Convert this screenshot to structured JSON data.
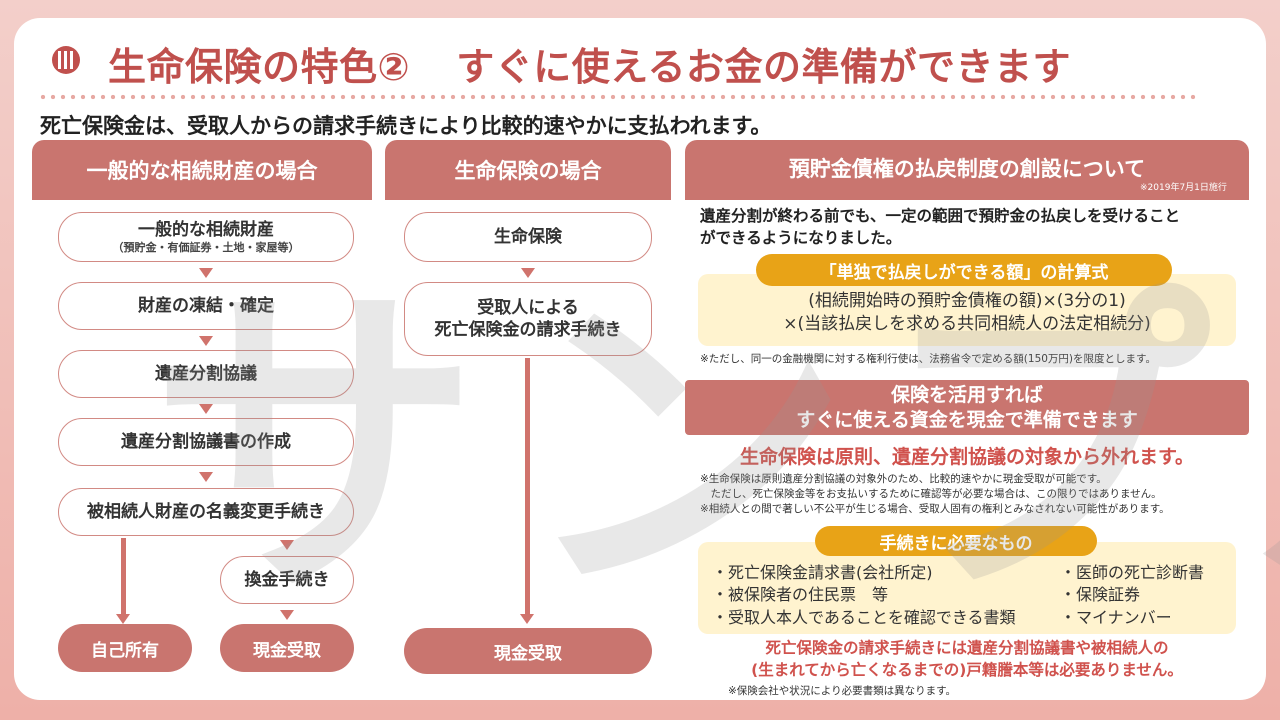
{
  "title": {
    "main": "生命保険の特色②",
    "sub": "すぐに使えるお金の準備ができます"
  },
  "lead": "死亡保険金は、受取人からの請求手続きにより比較的速やかに支払われます。",
  "watermark": "サンプル",
  "col1": {
    "header": "一般的な相続財産の場合",
    "step1": "一般的な相続財産",
    "step1_sub": "（預貯金・有価証券・土地・家屋等）",
    "step2": "財産の凍結・確定",
    "step3": "遺産分割協議",
    "step4": "遺産分割協議書の作成",
    "step5": "被相続人財産の名義変更手続き",
    "step6": "換金手続き",
    "end_left": "自己所有",
    "end_right": "現金受取"
  },
  "col2": {
    "header": "生命保険の場合",
    "step1": "生命保険",
    "step2_line1": "受取人による",
    "step2_line2": "死亡保険金の請求手続き",
    "end": "現金受取"
  },
  "col3": {
    "header": "預貯金債権の払戻制度の創設について",
    "header_note": "※2019年7月1日施行",
    "desc_line1": "遺産分割が終わる前でも、一定の範囲で預貯金の払戻しを受けること",
    "desc_line2": "ができるようになりました。",
    "formula_label": "「単独で払戻しができる額」の計算式",
    "formula_line1": "(相続開始時の預貯金債権の額)×(3分の1)",
    "formula_line2": "×(当該払戻しを求める共同相続人の法定相続分)",
    "formula_note": "※ただし、同一の金融機関に対する権利行使は、法務省令で定める額(150万円)を限度とします。",
    "insurance_line1": "保険を活用すれば",
    "insurance_line2": "すぐに使える資金を現金で準備できます",
    "red_statement": "生命保険は原則、遺産分割協議の対象から外れます。",
    "notes": [
      "※生命保険は原則遺産分割協議の対象外のため、比較的速やかに現金受取が可能です。",
      "　ただし、死亡保険金等をお支払いするために確認等が必要な場合は、この限りではありません。",
      "※相続人との間で著しい不公平が生じる場合、受取人固有の権利とみなされない可能性があります。"
    ],
    "docs_label": "手続きに必要なもの",
    "docs_left": [
      "・死亡保険金請求書(会社所定)",
      "・被保険者の住民票　等",
      "・受取人本人であることを確認できる書類"
    ],
    "docs_right": [
      "・医師の死亡診断書",
      "・保険証券",
      "・マイナンバー"
    ],
    "bottom_line1": "死亡保険金の請求手続きには遺産分割協議書や被相続人の",
    "bottom_line2": "(生まれてから亡くなるまでの)戸籍謄本等は必要ありません。",
    "bottom_note": "※保険会社や状況により必要書類は異なります。"
  },
  "colors": {
    "accent": "#c0504d",
    "header_bg": "#c9756f",
    "orange": "#e8a317",
    "cream": "#fff3cf"
  }
}
